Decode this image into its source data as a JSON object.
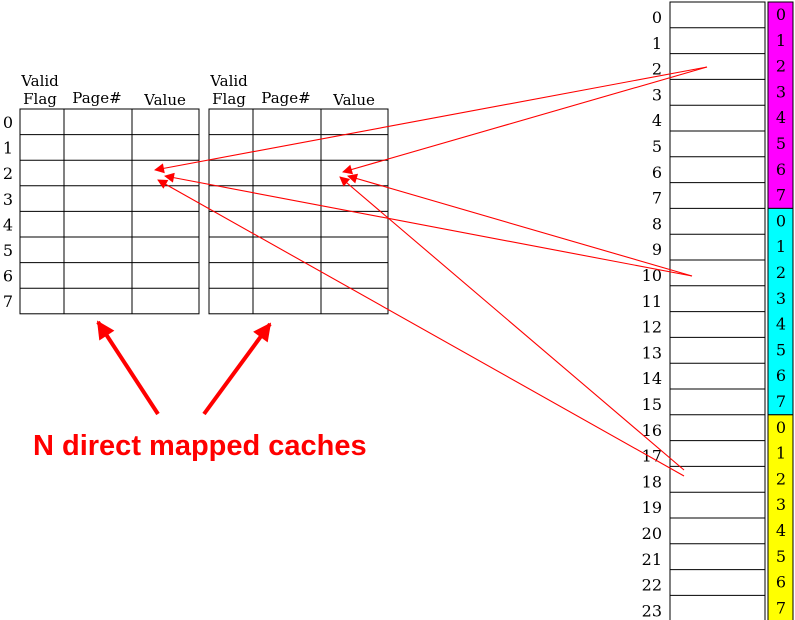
{
  "cache1": {
    "headers": {
      "valid_line1": "Valid",
      "valid_line2": "Flag",
      "page": "Page#",
      "value": "Value"
    },
    "row_labels": [
      "0",
      "1",
      "2",
      "3",
      "4",
      "5",
      "6",
      "7"
    ]
  },
  "cache2": {
    "headers": {
      "valid_line1": "Valid",
      "valid_line2": "Flag",
      "page": "Page#",
      "value": "Value"
    }
  },
  "memory": {
    "addresses": [
      "0",
      "1",
      "2",
      "3",
      "4",
      "5",
      "6",
      "7",
      "8",
      "9",
      "10",
      "11",
      "12",
      "13",
      "14",
      "15",
      "16",
      "17",
      "18",
      "19",
      "20",
      "21",
      "22",
      "23"
    ],
    "block_labels": [
      "0",
      "1",
      "2",
      "3",
      "4",
      "5",
      "6",
      "7"
    ],
    "block_colors": [
      "#ff00ff",
      "#00ffff",
      "#ffff00"
    ]
  },
  "caption": "N  direct mapped caches",
  "colors": {
    "arrow": "#ff0000",
    "caption": "#ff0000",
    "lines": "#000000"
  }
}
